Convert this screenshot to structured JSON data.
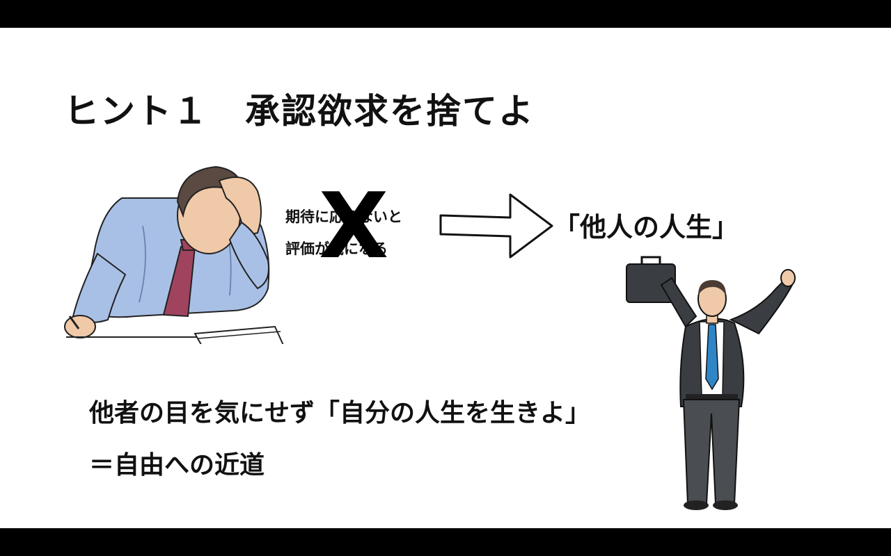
{
  "slide": {
    "title": "ヒント１　承認欲求を捨てよ",
    "thought_line1": "期待に応えないと",
    "thought_line2": "評価が気になる",
    "cross_mark": "X",
    "others_life": "「他人の人生」",
    "message_line1": "他者の目を気にせず「自分の人生を生きよ」",
    "message_line2": "＝自由への近道"
  }
}
